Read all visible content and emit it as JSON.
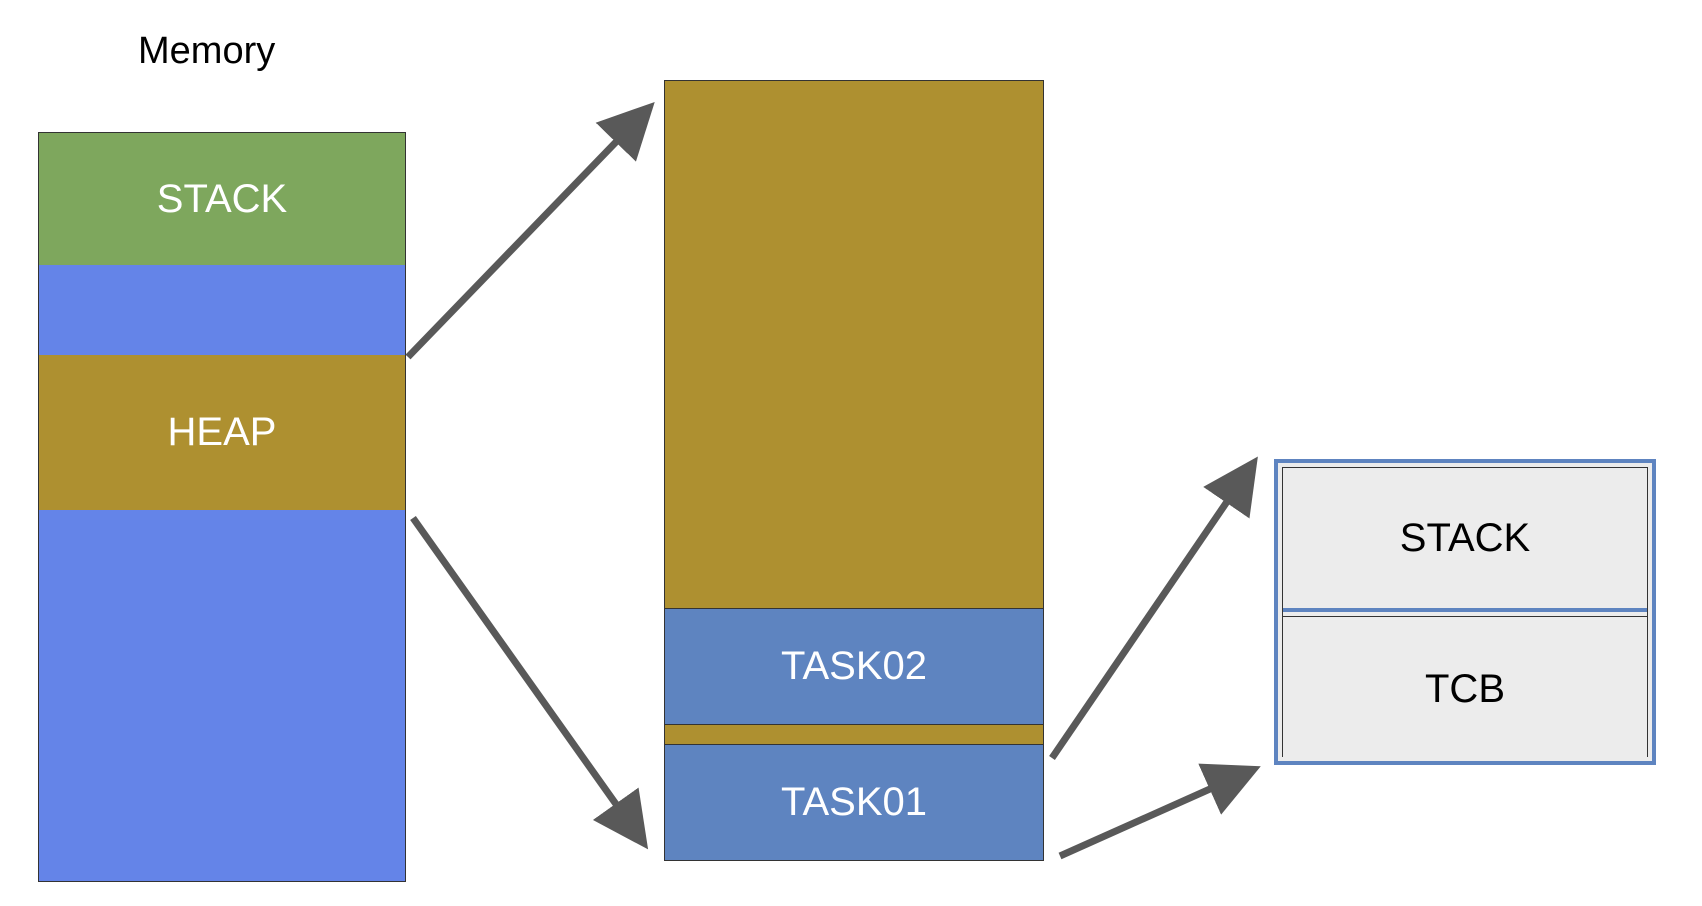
{
  "title": "Memory",
  "memory": {
    "stack_label": "STACK",
    "heap_label": "HEAP"
  },
  "heap_detail": {
    "task02_label": "TASK02",
    "task01_label": "TASK01"
  },
  "task_detail": {
    "stack_label": "STACK",
    "tcb_label": "TCB"
  },
  "colors": {
    "stack_green": "#7ea75d",
    "free_blue": "#6484e8",
    "heap_gold": "#ae9030",
    "task_blue": "#5e84c0",
    "detail_gray": "#ececec",
    "arrow_gray": "#595959"
  }
}
